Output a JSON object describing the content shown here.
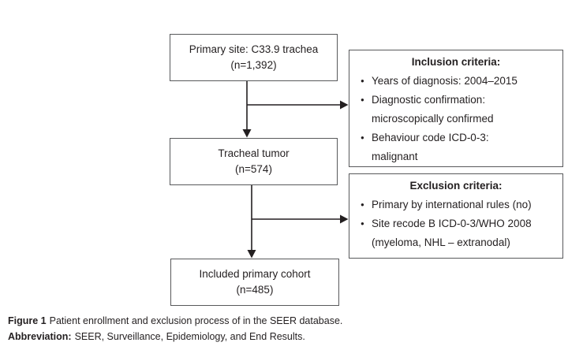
{
  "colors": {
    "box-border": "#58595b",
    "line": "#231f20",
    "text": "#231f20",
    "background": "#ffffff"
  },
  "flowchart": {
    "bullet_glyph": "●",
    "nodes": [
      {
        "lines": [
          "Primary site: C33.9 trachea",
          "(n=1,392)"
        ]
      },
      {
        "lines": [
          "Tracheal tumor",
          "(n=574)"
        ]
      },
      {
        "lines": [
          "Included primary cohort",
          "(n=485)"
        ]
      }
    ],
    "inclusion": {
      "title": "Inclusion criteria:",
      "items": [
        {
          "lines": [
            "Years of diagnosis: 2004–2015"
          ]
        },
        {
          "lines": [
            "Diagnostic confirmation:",
            "microscopically confirmed"
          ]
        },
        {
          "lines": [
            "Behaviour code ICD-0-3:",
            "malignant"
          ]
        }
      ]
    },
    "exclusion": {
      "title": "Exclusion criteria:",
      "items": [
        {
          "lines": [
            "Primary by international rules (no)"
          ]
        },
        {
          "lines": [
            "Site recode B ICD-0-3/WHO 2008",
            "(myeloma, NHL – extranodal)"
          ]
        }
      ]
    }
  },
  "caption": {
    "figure_label": "Figure 1",
    "figure_text": "Patient enrollment and exclusion process of in the SEER database.",
    "abbreviation_label": "Abbreviation:",
    "abbreviation_text": "SEER, Surveillance, Epidemiology, and End Results."
  }
}
